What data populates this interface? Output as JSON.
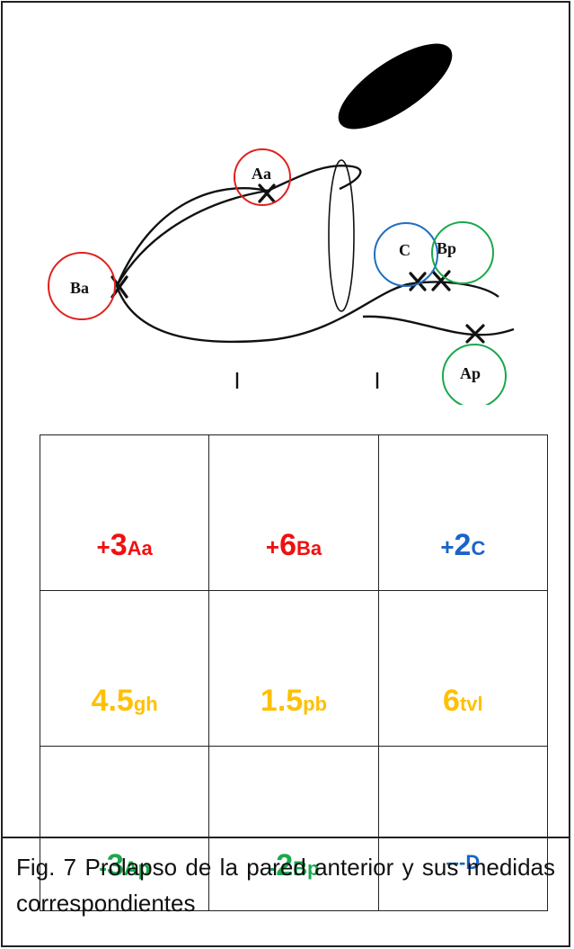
{
  "diagram": {
    "points": [
      {
        "label": "Aa",
        "circle_color": "#e0201e"
      },
      {
        "label": "Ba",
        "circle_color": "#e0201e"
      },
      {
        "label": "C",
        "circle_color": "#1f6fc1"
      },
      {
        "label": "Bp",
        "circle_color": "#1aa84c"
      },
      {
        "label": "Ap",
        "circle_color": "#1aa84c"
      }
    ]
  },
  "grid": {
    "rows": [
      [
        {
          "sign": "+",
          "value": "3",
          "label": "Aa",
          "color": "#f01010"
        },
        {
          "sign": "+",
          "value": "6",
          "label": "Ba",
          "color": "#f01010"
        },
        {
          "sign": "+",
          "value": "2",
          "label": "C",
          "color": "#1a64c8"
        }
      ],
      [
        {
          "sign": "",
          "value": "4.5",
          "label": "gh",
          "color": "#ffc000"
        },
        {
          "sign": "",
          "value": "1.5",
          "label": "pb",
          "color": "#ffc000"
        },
        {
          "sign": "",
          "value": "6",
          "label": "tvl",
          "color": "#ffc000"
        }
      ],
      [
        {
          "sign": "-",
          "value": "3",
          "label": "Ap",
          "color": "#1aa84c"
        },
        {
          "sign": "-",
          "value": "2",
          "label": "Bp",
          "color": "#1aa84c"
        },
        {
          "sign": "---",
          "value": "",
          "label": "D",
          "color": "#1a64c8"
        }
      ]
    ]
  },
  "caption": "Fig. 7 Prolapso de la pared anterior y sus medidas correspondientes"
}
